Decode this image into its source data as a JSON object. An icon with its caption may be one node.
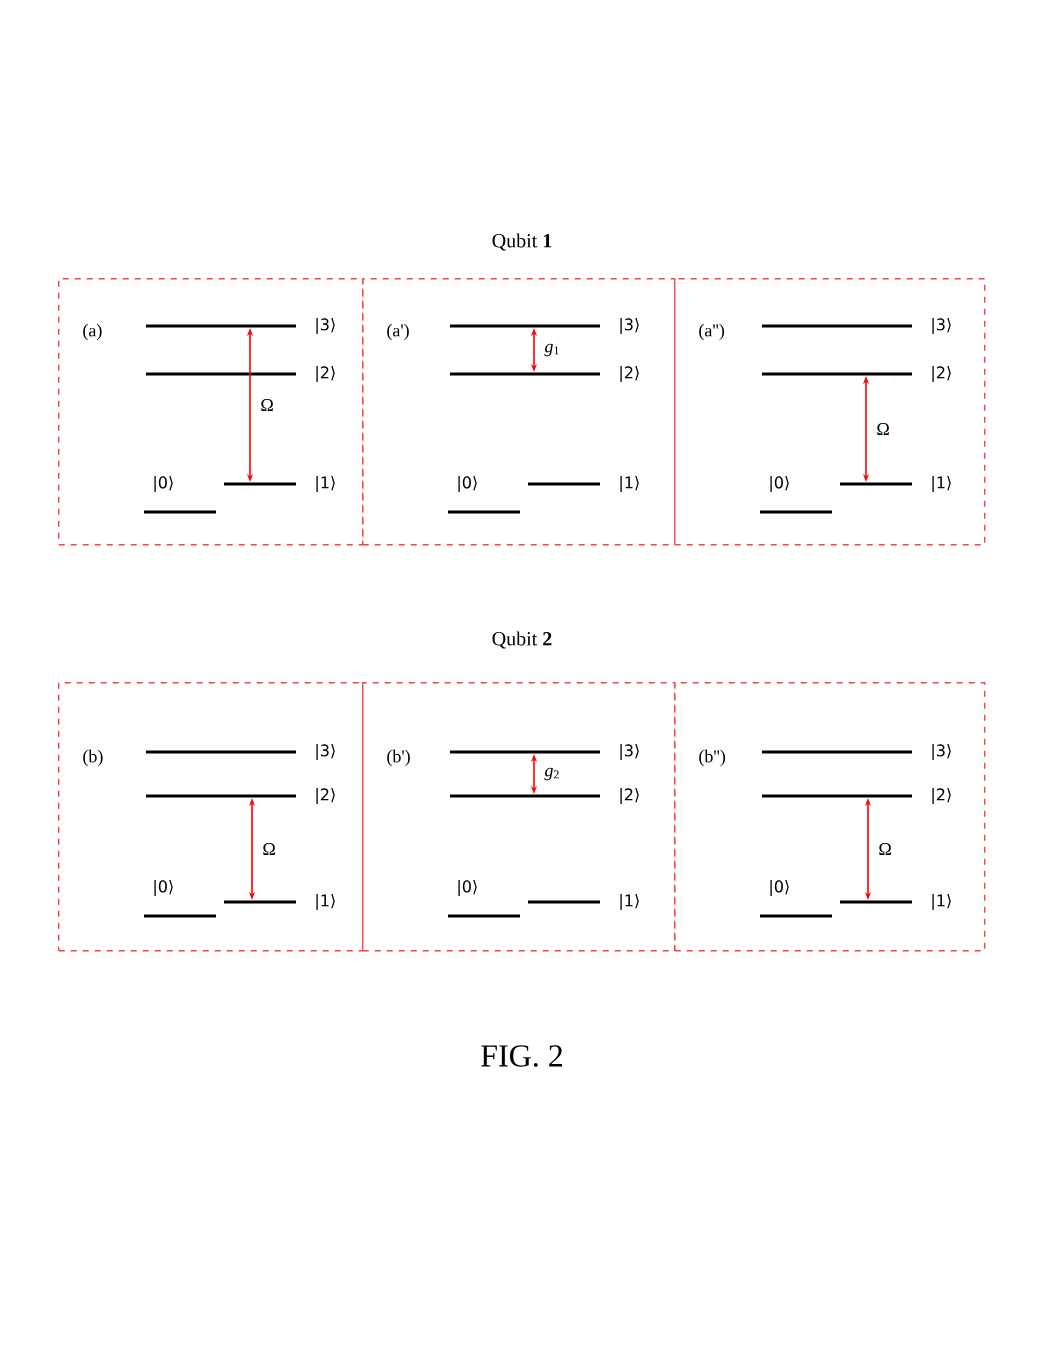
{
  "diagram": {
    "title": "Qubit **1**",
    "caption": "FIG. 2",
    "nodes": [
      {
        "text": [
          "(a)"
        ]
      },
      {
        "text": [],
        "shape": "bar",
        "in": 0,
        "beside": [
          "|3⟩"
        ]
      },
      {
        "text": [],
        "shape": "bar",
        "in": 0,
        "beside": [
          "|2⟩"
        ]
      },
      {
        "text": [],
        "shape": "bar",
        "in": 0,
        "beside": [
          "|1⟩"
        ]
      },
      {
        "text": [],
        "shape": "bar",
        "in": 0,
        "beside": [
          "|0⟩"
        ]
      },
      {
        "text": [
          "(a')"
        ]
      },
      {
        "text": [],
        "shape": "bar",
        "in": 5,
        "beside": [
          "|3⟩"
        ]
      },
      {
        "text": [],
        "shape": "bar",
        "in": 5,
        "beside": [
          "|2⟩"
        ]
      },
      {
        "text": [],
        "shape": "bar",
        "in": 5,
        "beside": [
          "|1⟩"
        ]
      },
      {
        "text": [],
        "shape": "bar",
        "in": 5,
        "beside": [
          "|0⟩"
        ]
      },
      {
        "text": [
          "(a'')"
        ]
      },
      {
        "text": [],
        "shape": "bar",
        "in": 10,
        "beside": [
          "|3⟩"
        ]
      },
      {
        "text": [],
        "shape": "bar",
        "in": 10,
        "beside": [
          "|2⟩"
        ]
      },
      {
        "text": [],
        "shape": "bar",
        "in": 10,
        "beside": [
          "|1⟩"
        ]
      },
      {
        "text": [],
        "shape": "bar",
        "in": 10,
        "beside": [
          "|0⟩"
        ]
      },
      {
        "text": [
          "(b)"
        ]
      },
      {
        "text": [],
        "shape": "bar",
        "in": 15,
        "beside": [
          "|3⟩"
        ]
      },
      {
        "text": [],
        "shape": "bar",
        "in": 15,
        "beside": [
          "|2⟩"
        ]
      },
      {
        "text": [],
        "shape": "bar",
        "in": 15,
        "beside": [
          "|1⟩"
        ]
      },
      {
        "text": [],
        "shape": "bar",
        "in": 15,
        "beside": [
          "|0⟩"
        ]
      },
      {
        "text": [
          "(b')"
        ]
      },
      {
        "text": [],
        "shape": "bar",
        "in": 20,
        "beside": [
          "|3⟩"
        ]
      },
      {
        "text": [],
        "shape": "bar",
        "in": 20,
        "beside": [
          "|2⟩"
        ]
      },
      {
        "text": [],
        "shape": "bar",
        "in": 20,
        "beside": [
          "|1⟩"
        ]
      },
      {
        "text": [],
        "shape": "bar",
        "in": 20,
        "beside": [
          "|0⟩"
        ]
      },
      {
        "text": [
          "(b'')"
        ]
      },
      {
        "text": [],
        "shape": "bar",
        "in": 25,
        "beside": [
          "|3⟩"
        ]
      },
      {
        "text": [],
        "shape": "bar",
        "in": 25,
        "beside": [
          "|2⟩"
        ]
      },
      {
        "text": [],
        "shape": "bar",
        "in": 25,
        "beside": [
          "|1⟩"
        ]
      },
      {
        "text": [],
        "shape": "bar",
        "in": 25,
        "beside": [
          "|0⟩"
        ]
      }
    ],
    "edges": [
      {
        "from": 1,
        "to": 3,
        "arrow": "both",
        "label": "Ω"
      },
      {
        "from": 6,
        "to": 7,
        "arrow": "both",
        "label": "*g*$_{1}$"
      },
      {
        "from": 12,
        "to": 13,
        "arrow": "both",
        "label": "Ω"
      },
      {
        "from": 17,
        "to": 18,
        "arrow": "both",
        "label": "Ω"
      },
      {
        "from": 21,
        "to": 22,
        "arrow": "both",
        "label": "*g*$_{2}$"
      },
      {
        "from": 27,
        "to": 28,
        "arrow": "both",
        "label": "Ω"
      }
    ],
    "labels": [
      "Qubit **2**"
    ]
  }
}
